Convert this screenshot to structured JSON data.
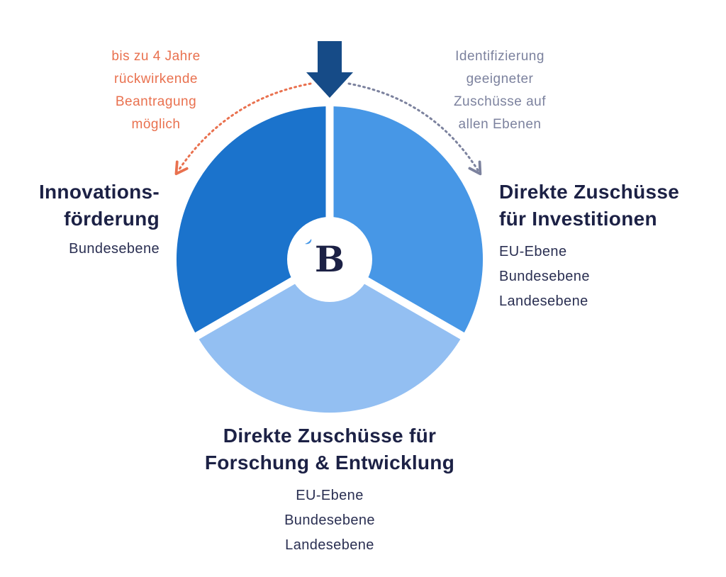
{
  "diagram": {
    "segments": [
      {
        "id": "innovation",
        "title_lines": [
          "Innovations-",
          "förderung"
        ],
        "levels": [
          "Bundesebene"
        ],
        "color": "#1b73cc"
      },
      {
        "id": "investitionen",
        "title_lines": [
          "Direkte Zuschüsse",
          "für Investitionen"
        ],
        "levels": [
          "EU-Ebene",
          "Bundesebene",
          "Landesebene"
        ],
        "color": "#4797e6"
      },
      {
        "id": "forschung",
        "title_lines": [
          "Direkte Zuschüsse für",
          "Forschung & Entwicklung"
        ],
        "levels": [
          "EU-Ebene",
          "Bundesebene",
          "Landesebene"
        ],
        "color": "#93bff2"
      }
    ],
    "notes": {
      "left_lines": [
        "bis zu 4 Jahre",
        "rückwirkende",
        "Beantragung",
        "möglich"
      ],
      "right_lines": [
        "Identifizierung",
        "geeigneter",
        "Zuschüsse auf",
        "allen Ebenen"
      ],
      "left_color": "#e9714f",
      "right_color": "#7c829e"
    },
    "arrow_color": "#164b87",
    "logo": {
      "letter": "B",
      "letter_color": "#1c2145",
      "accent_color": "#4797e6"
    }
  }
}
